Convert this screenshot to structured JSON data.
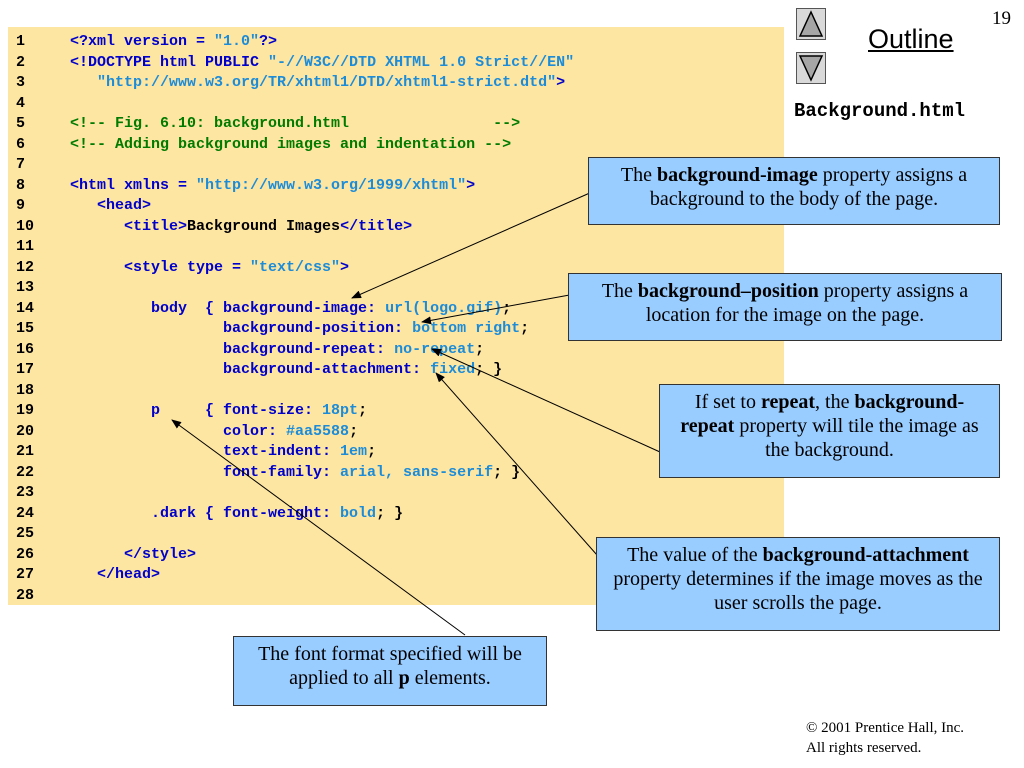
{
  "slide": {
    "page_number": "19",
    "outline_label": "Outline",
    "file_name": "Background.html",
    "copyright_line1": "© 2001 Prentice Hall, Inc.",
    "copyright_line2": "All rights reserved."
  },
  "code_lines": [
    {
      "n": "1",
      "segs": [
        {
          "t": "<?xml version = ",
          "c": "k"
        },
        {
          "t": "\"1.0\"",
          "c": "s"
        },
        {
          "t": "?>",
          "c": "k"
        }
      ]
    },
    {
      "n": "2",
      "segs": [
        {
          "t": "<!DOCTYPE html PUBLIC ",
          "c": "k"
        },
        {
          "t": "\"-//W3C//DTD XHTML 1.0 Strict//EN\"",
          "c": "s"
        }
      ]
    },
    {
      "n": "3",
      "segs": [
        {
          "t": "   ",
          "c": "k"
        },
        {
          "t": "\"http://www.w3.org/TR/xhtml1/DTD/xhtml1-strict.dtd\"",
          "c": "s"
        },
        {
          "t": ">",
          "c": "k"
        }
      ]
    },
    {
      "n": "4",
      "segs": []
    },
    {
      "n": "5",
      "segs": [
        {
          "t": "<!-- Fig. 6.10: background.html                -->",
          "c": "c"
        }
      ]
    },
    {
      "n": "6",
      "segs": [
        {
          "t": "<!-- Adding background images and indentation -->",
          "c": "c"
        }
      ]
    },
    {
      "n": "7",
      "segs": []
    },
    {
      "n": "8",
      "segs": [
        {
          "t": "<html xmlns = ",
          "c": "k"
        },
        {
          "t": "\"http://www.w3.org/1999/xhtml\"",
          "c": "s"
        },
        {
          "t": ">",
          "c": "k"
        }
      ]
    },
    {
      "n": "9",
      "segs": [
        {
          "t": "   <head>",
          "c": "k"
        }
      ]
    },
    {
      "n": "10",
      "segs": [
        {
          "t": "      <title>",
          "c": "k"
        },
        {
          "t": "Background Images",
          "c": "t"
        },
        {
          "t": "</title>",
          "c": "k"
        }
      ]
    },
    {
      "n": "11",
      "segs": []
    },
    {
      "n": "12",
      "segs": [
        {
          "t": "      <style type = ",
          "c": "k"
        },
        {
          "t": "\"text/css\"",
          "c": "s"
        },
        {
          "t": ">",
          "c": "k"
        }
      ]
    },
    {
      "n": "13",
      "segs": []
    },
    {
      "n": "14",
      "segs": [
        {
          "t": "         body  { background-image: ",
          "c": "k"
        },
        {
          "t": "url(logo.gif)",
          "c": "s"
        },
        {
          "t": ";",
          "c": "t"
        }
      ]
    },
    {
      "n": "15",
      "segs": [
        {
          "t": "                 background-position: ",
          "c": "k"
        },
        {
          "t": "bottom right",
          "c": "s"
        },
        {
          "t": ";",
          "c": "t"
        }
      ]
    },
    {
      "n": "16",
      "segs": [
        {
          "t": "                 background-repeat: ",
          "c": "k"
        },
        {
          "t": "no-repeat",
          "c": "s"
        },
        {
          "t": ";",
          "c": "t"
        }
      ]
    },
    {
      "n": "17",
      "segs": [
        {
          "t": "                 background-attachment: ",
          "c": "k"
        },
        {
          "t": "fixed",
          "c": "s"
        },
        {
          "t": "; }",
          "c": "t"
        }
      ]
    },
    {
      "n": "18",
      "segs": []
    },
    {
      "n": "19",
      "segs": [
        {
          "t": "         p     { font-size: ",
          "c": "k"
        },
        {
          "t": "18pt",
          "c": "s"
        },
        {
          "t": ";",
          "c": "t"
        }
      ]
    },
    {
      "n": "20",
      "segs": [
        {
          "t": "                 color: ",
          "c": "k"
        },
        {
          "t": "#aa5588",
          "c": "s"
        },
        {
          "t": ";",
          "c": "t"
        }
      ]
    },
    {
      "n": "21",
      "segs": [
        {
          "t": "                 text-indent: ",
          "c": "k"
        },
        {
          "t": "1em",
          "c": "s"
        },
        {
          "t": ";",
          "c": "t"
        }
      ]
    },
    {
      "n": "22",
      "segs": [
        {
          "t": "                 font-family: ",
          "c": "k"
        },
        {
          "t": "arial, sans-serif",
          "c": "s"
        },
        {
          "t": "; }",
          "c": "t"
        }
      ]
    },
    {
      "n": "23",
      "segs": []
    },
    {
      "n": "24",
      "segs": [
        {
          "t": "         .dark { font-weight: ",
          "c": "k"
        },
        {
          "t": "bold",
          "c": "s"
        },
        {
          "t": "; }",
          "c": "t"
        }
      ]
    },
    {
      "n": "25",
      "segs": []
    },
    {
      "n": "26",
      "segs": [
        {
          "t": "      </style>",
          "c": "k"
        }
      ]
    },
    {
      "n": "27",
      "segs": [
        {
          "t": "   </head>",
          "c": "k"
        }
      ]
    },
    {
      "n": "28",
      "segs": []
    }
  ],
  "callouts": {
    "bg_image": {
      "pre": "The ",
      "bold": "background-image",
      "post": " property assigns a background to the body of the page."
    },
    "bg_position": {
      "pre": "The ",
      "bold": "background–position",
      "post": " property assigns a location for the image on the page."
    },
    "bg_repeat": {
      "pre": "If set to ",
      "bold": "repeat",
      "mid": ", the ",
      "bold2": "background-repeat",
      "post": " property will tile the image as the background."
    },
    "bg_attachment": {
      "pre": "The value of the  ",
      "bold": "background-attachment",
      "post": " property determines if the image moves as the user scrolls the page."
    },
    "font_format": {
      "pre": "The font format specified will be applied to all ",
      "bold": "p",
      "post": " elements."
    }
  },
  "colors": {
    "code_bg": "#fde5a2",
    "callout_bg": "#99ccff",
    "keyword": "#0000cc",
    "string": "#1c8cd9",
    "comment": "#007b00"
  },
  "icons": {
    "nav_up": "triangle-up-icon",
    "nav_down": "triangle-down-icon"
  }
}
